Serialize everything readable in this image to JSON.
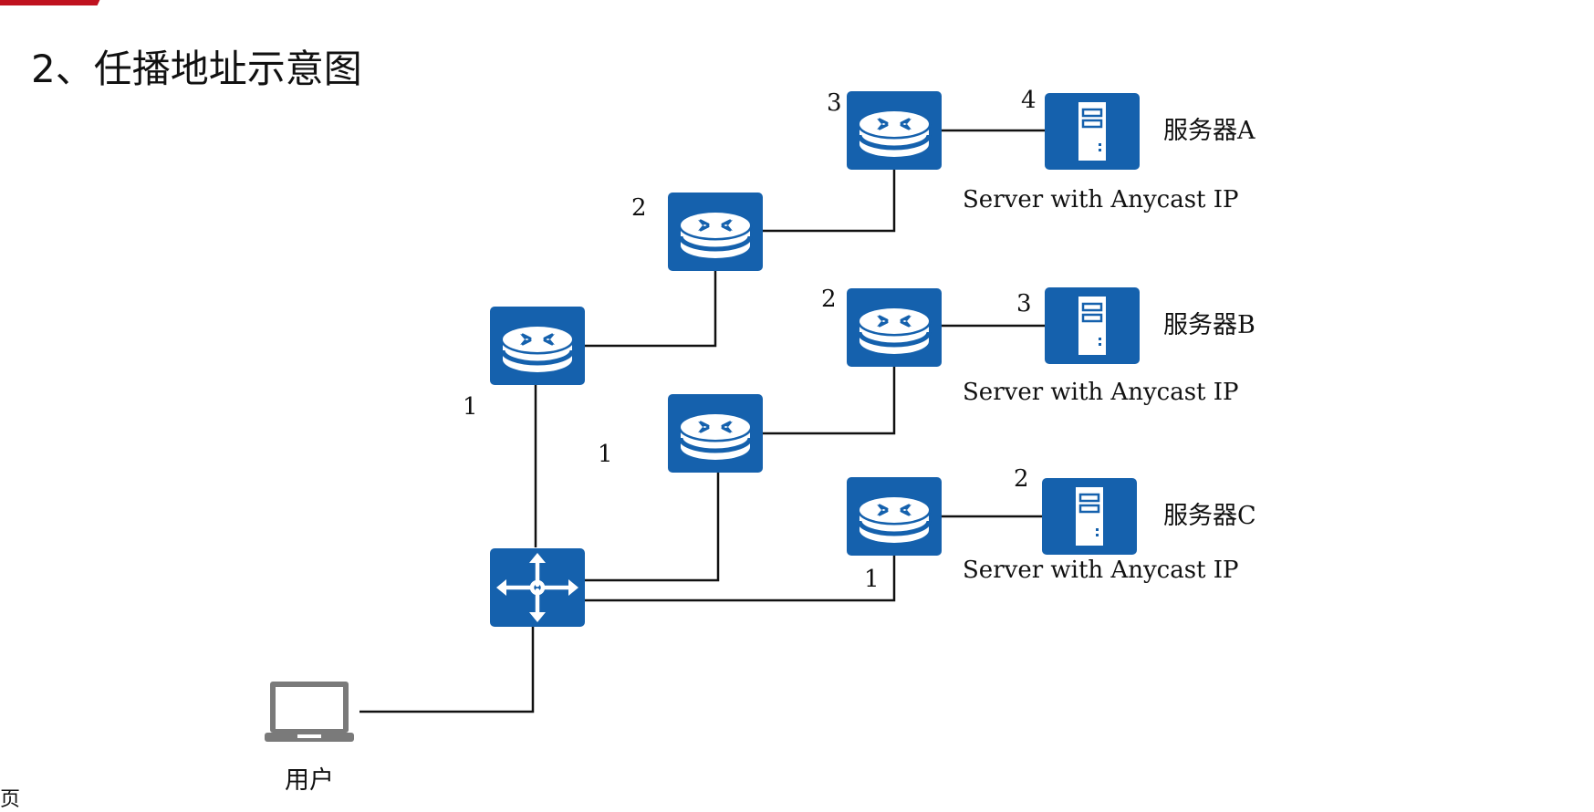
{
  "title": "2、任播地址示意图",
  "corner_text": "页",
  "colors": {
    "device_blue": "#1561ad",
    "accent_red": "#c0121f",
    "line": "#111111"
  },
  "servers": [
    {
      "name": "服务器A",
      "caption": "Server with Anycast IP",
      "hop": "4"
    },
    {
      "name": "服务器B",
      "caption": "Server with Anycast IP",
      "hop": "3"
    },
    {
      "name": "服务器C",
      "caption": "Server with Anycast IP",
      "hop": "2"
    }
  ],
  "hops": {
    "path_a_r1": "1",
    "path_a_r2": "2",
    "path_a_r3": "3",
    "path_b_r1": "1",
    "path_b_r2": "2",
    "path_c_r1": "1"
  },
  "user_label": "用户",
  "icons": [
    "router-icon",
    "switch-icon",
    "server-icon",
    "laptop-icon"
  ]
}
